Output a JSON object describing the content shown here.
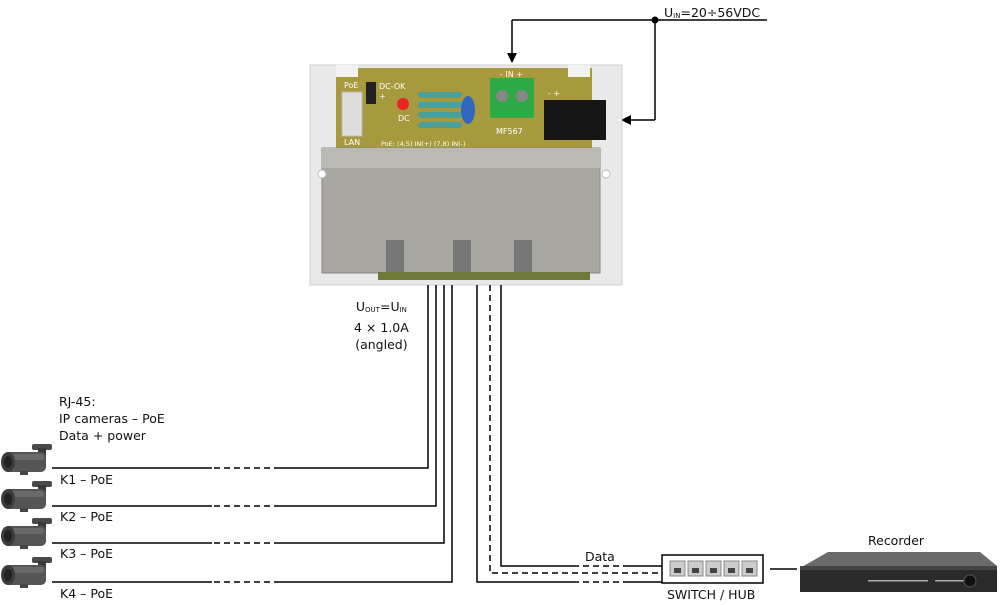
{
  "power_input": {
    "label_main": "U",
    "label_sub": "IN",
    "label_value": "=20÷56VDC"
  },
  "device": {
    "model": "MF567",
    "pcb_labels": {
      "poe": "PoE",
      "lan": "LAN",
      "dc_ok": "DC-OK",
      "plus": "+",
      "dc": "DC",
      "in": "- IN +",
      "jack": "-  +",
      "pins": "PoE: (4,5) IN(+)  (7,8) IN(-)"
    }
  },
  "output": {
    "line1_main": "U",
    "line1_sub": "OUT",
    "line1_eq": "=U",
    "line1_sub2": "IN",
    "line2": "4 × 1.0A",
    "line3": "(angled)"
  },
  "cameras": {
    "heading": [
      "RJ-45:",
      "IP cameras – PoE",
      "Data + power"
    ],
    "items": [
      {
        "label": "K1 – PoE"
      },
      {
        "label": "K2 – PoE"
      },
      {
        "label": "K3 – PoE"
      },
      {
        "label": "K4 – PoE"
      }
    ]
  },
  "data_label": "Data",
  "switch": {
    "label": "SWITCH / HUB",
    "ports": 5
  },
  "recorder": {
    "label": "Recorder"
  }
}
